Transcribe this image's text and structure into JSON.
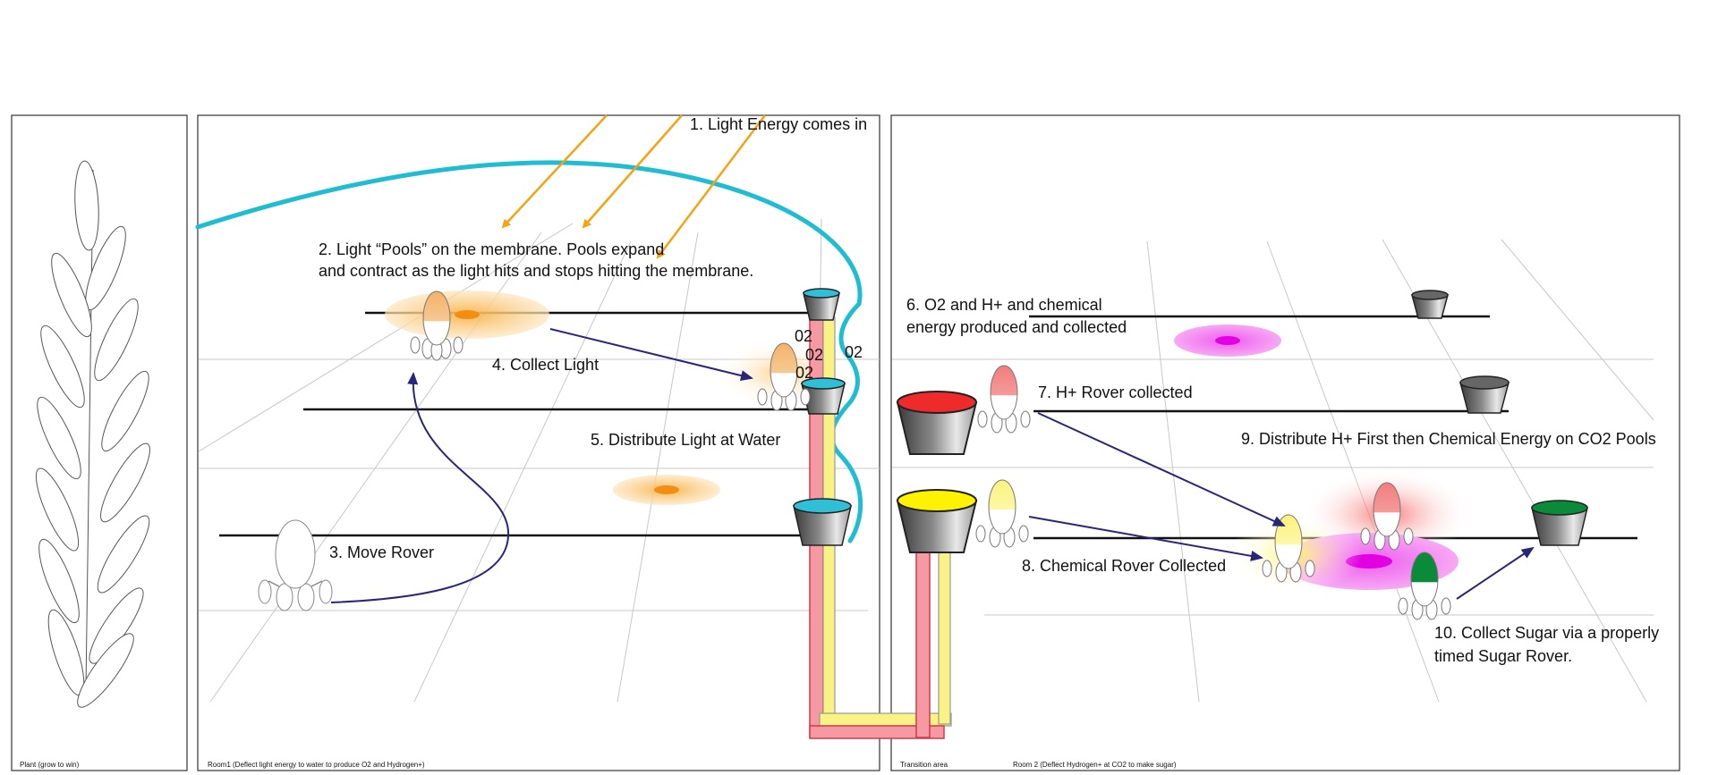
{
  "panels": {
    "plant": "Plant (grow to win)",
    "room1": "Room1 (Deflect light energy to water to produce O2 and Hydrogen+)",
    "transition": "Transition area",
    "room2": "Room 2 (Deflect Hydrogen+ at CO2 to make sugar)"
  },
  "steps": {
    "s1": "1. Light Energy comes in",
    "s2a": "2. Light “Pools” on the membrane. Pools expand",
    "s2b": "and contract as the light hits and stops hitting the membrane.",
    "s3": "3. Move Rover",
    "s4": "4. Collect Light",
    "s5": "5. Distribute Light at Water",
    "s6a": "6. O2 and H+  and chemical",
    "s6b": "energy produced and collected",
    "s7": "7. H+ Rover collected",
    "s8": "8. Chemical Rover Collected",
    "s9": "9. Distribute H+ First then Chemical Energy on CO2 Pools",
    "s10a": "10. Collect Sugar via a properly",
    "s10b": "timed Sugar Rover."
  },
  "o2_labels": [
    "02",
    "02",
    "02",
    "02"
  ],
  "colors": {
    "membrane": "#1fbcd2",
    "light_arrow": "#f5a313",
    "path_arrow": "#27267a",
    "light_pool": "#fbcf8a",
    "chem_pool": "#f06ef0",
    "water": "#2fbfd6",
    "h_plus": "#ee2a2a",
    "chemical": "#fff200",
    "sugar": "#0b8a3a",
    "pipe_pink": "#f59aa2",
    "pipe_yellow": "#f9f284"
  }
}
